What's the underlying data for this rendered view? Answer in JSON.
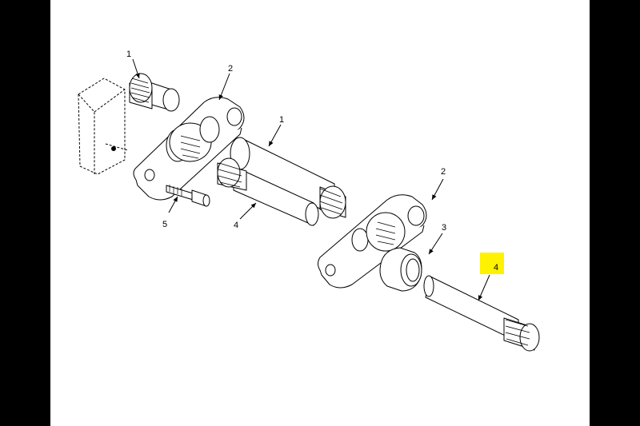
{
  "callouts": {
    "c1_top": "1",
    "c2_top": "2",
    "c1_mid": "1",
    "c5": "5",
    "c4_mid": "4",
    "c2_right": "2",
    "c3": "3",
    "c4_highlight": "4"
  },
  "colors": {
    "background": "#000000",
    "canvas": "#ffffff",
    "line": "#000000",
    "highlight": "#fff200"
  }
}
